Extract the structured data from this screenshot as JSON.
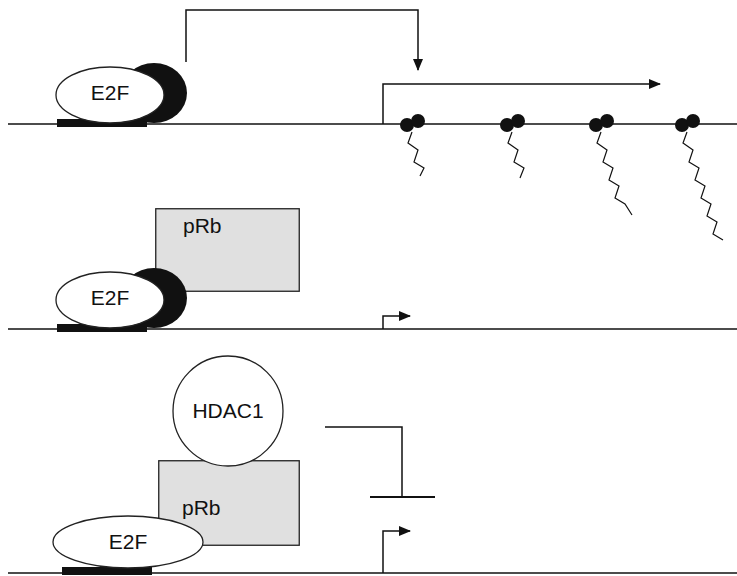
{
  "diagram": {
    "nodes": [
      {
        "text": [
          "E2F"
        ]
      },
      {
        "text": [
          "pRb"
        ]
      },
      {
        "text": [
          "E2F"
        ]
      },
      {
        "text": [
          "HDAC1"
        ]
      },
      {
        "text": [
          "pRb"
        ]
      },
      {
        "text": [
          "E2F"
        ]
      }
    ]
  }
}
